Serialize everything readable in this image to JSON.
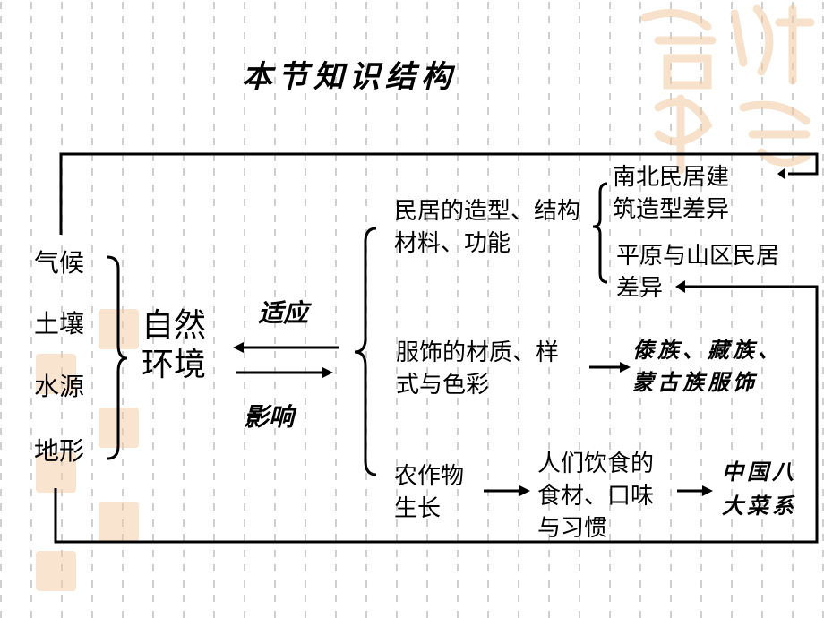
{
  "title": "本节知识结构",
  "left_factors": [
    "气候",
    "土壤",
    "水源",
    "地形"
  ],
  "center": {
    "line1": "自然",
    "line2": "环境"
  },
  "relations": {
    "adapt": "适应",
    "influence": "影响"
  },
  "branches": {
    "housing": {
      "line1": "民居的造型、结构",
      "line2": "材料、功能",
      "sub1_line1": "南北民居建",
      "sub1_line2": "筑造型差异",
      "sub2_line1": "平原与山区民居",
      "sub2_line2": "差异"
    },
    "clothing": {
      "line1": "服饰的材质、样",
      "line2": "式与色彩",
      "result_line1": "傣族、藏族、",
      "result_line2": "蒙古族服饰"
    },
    "crops": {
      "line1": "农作物",
      "line2": "生长",
      "mid_line1": "人们饮食的",
      "mid_line2": "食材、口味",
      "mid_line3": "与习惯",
      "result_line1": "中国八",
      "result_line2": "大菜系"
    }
  },
  "watermark_text": "吉祥如意"
}
